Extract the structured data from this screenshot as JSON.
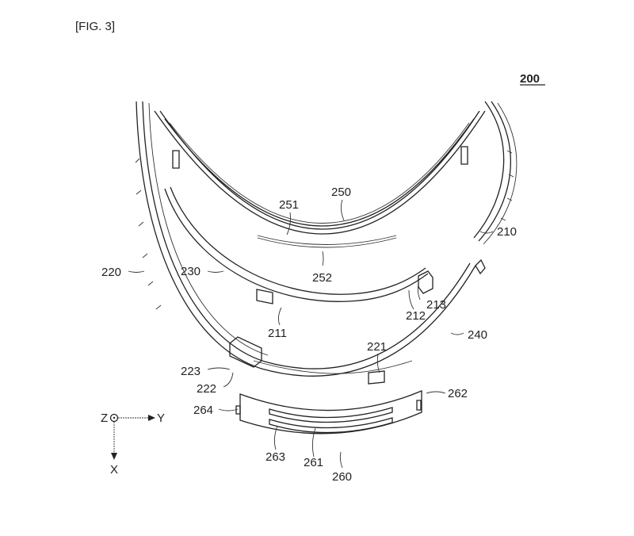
{
  "figure": {
    "caption": "[FIG. 3]",
    "assembly_ref": "200",
    "ring_250": "250",
    "part_251": "251",
    "part_252": "252",
    "part_210": "210",
    "part_220": "220",
    "part_230": "230",
    "part_211": "211",
    "part_212": "212",
    "part_213": "213",
    "part_240": "240",
    "part_221": "221",
    "part_222": "222",
    "part_223": "223",
    "part_260": "260",
    "part_261": "261",
    "part_262": "262",
    "part_263": "263",
    "part_264": "264"
  },
  "axes": {
    "z": "Z",
    "y": "Y",
    "x": "X"
  }
}
